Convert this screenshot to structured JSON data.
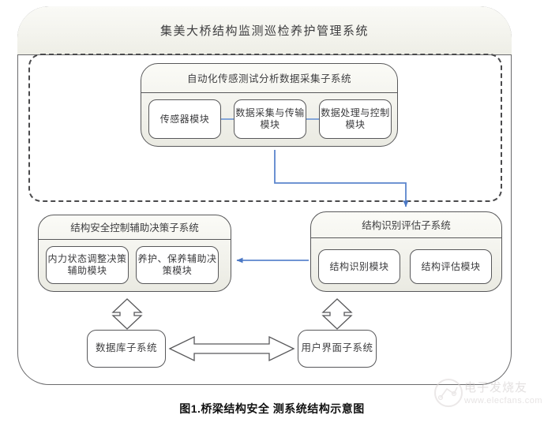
{
  "diagram": {
    "system_title": "集美大桥结构监测巡检养护管理系统",
    "caption": "图1.桥梁结构安全 测系统结构示意图",
    "colors": {
      "node_border": "#58585a",
      "node_fill": "#f3f3ed",
      "arrow_blue": "#4a77c4",
      "arrow_gray": "#58585a",
      "dashed_border": "#4a4a4c",
      "caption_text": "#111111"
    },
    "acquisition_subsystem": {
      "title": "自动化传感测试分析数据采集子系统",
      "modules": [
        {
          "label": "传感器模块"
        },
        {
          "label": "数据采集与传输模块"
        },
        {
          "label": "数据处理与控制模块"
        }
      ]
    },
    "control_subsystem": {
      "title": "结构安全控制辅助决策子系统",
      "modules": [
        {
          "label": "内力状态调整决策辅助模块"
        },
        {
          "label": "养护、保养辅助决策模块"
        }
      ]
    },
    "identification_subsystem": {
      "title": "结构识别评估子系统",
      "modules": [
        {
          "label": "结构识别模块"
        },
        {
          "label": "结构评估模块"
        }
      ]
    },
    "bottom_subsystems": [
      {
        "label": "数据库子系统"
      },
      {
        "label": "用户界面子系统"
      }
    ]
  },
  "watermark": {
    "brand": "电子发烧友",
    "url": "www.elecfans.com"
  }
}
